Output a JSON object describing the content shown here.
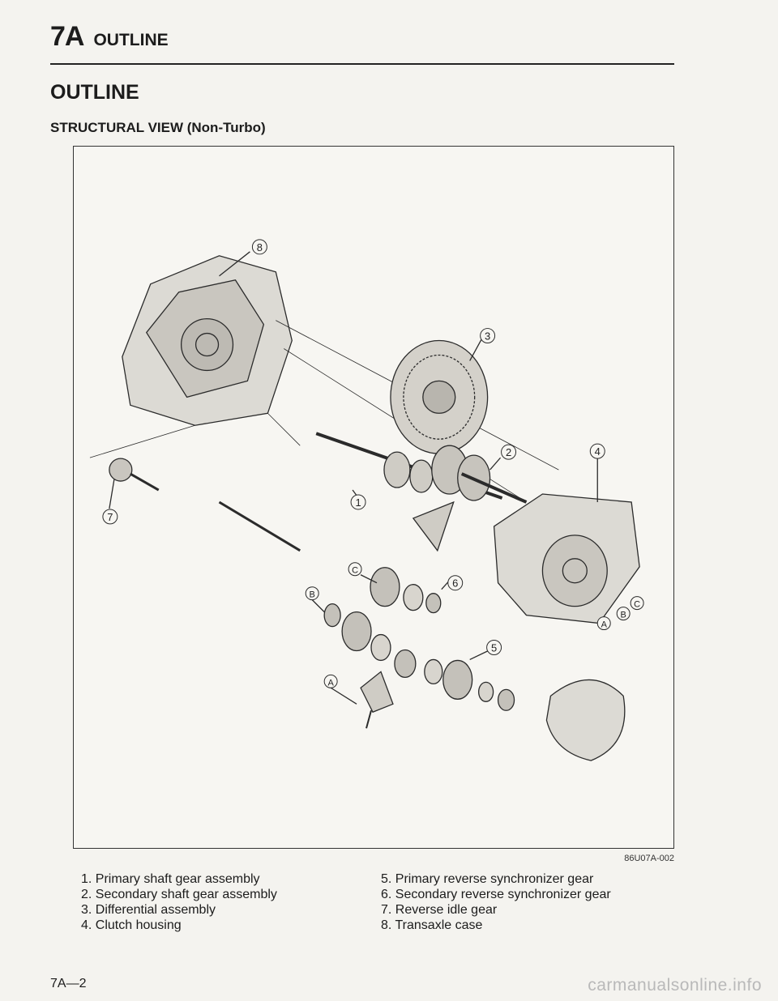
{
  "header": {
    "section_code": "7A",
    "section_name": "OUTLINE"
  },
  "page_title": "OUTLINE",
  "subtitle": "STRUCTURAL VIEW (Non-Turbo)",
  "figure": {
    "id": "86U07A-002",
    "callouts": {
      "n1": "1",
      "n2": "2",
      "n3": "3",
      "n4": "4",
      "n5": "5",
      "n6": "6",
      "n7": "7",
      "n8": "8",
      "a1": "A",
      "a2": "A",
      "b1": "B",
      "b2": "B",
      "c1": "C",
      "c2": "C"
    }
  },
  "legend_left": [
    "1. Primary shaft gear assembly",
    "2. Secondary shaft gear assembly",
    "3. Differential assembly",
    "4. Clutch housing"
  ],
  "legend_right": [
    "5. Primary reverse synchronizer gear",
    "6. Secondary reverse synchronizer gear",
    "7. Reverse idle gear",
    "8. Transaxle case"
  ],
  "footer": {
    "page_number": "7A—2",
    "watermark": "carmanualsonline.info"
  }
}
